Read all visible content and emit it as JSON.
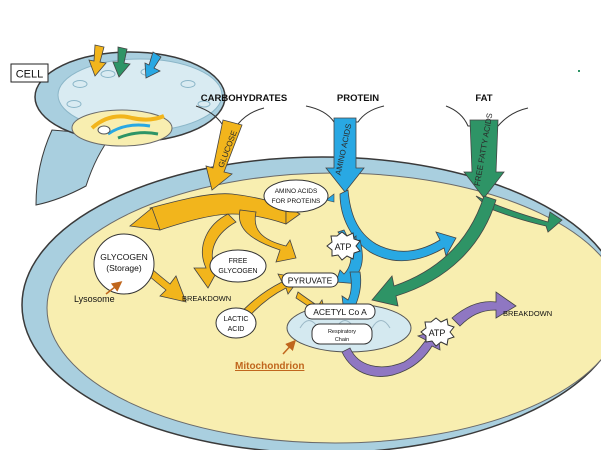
{
  "labels": {
    "cell": "CELL",
    "carbohydrates": "CARBOHYDRATES",
    "protein": "PROTEIN",
    "fat": "FAT",
    "glucose": "GLUCOSE",
    "amino_acids": "AMINO ACIDS",
    "free_fatty_acids": "FREE FATTY ACIDS",
    "amino_acids_for_proteins_1": "AMINO ACIDS",
    "amino_acids_for_proteins_2": "FOR PROTEINS",
    "glycogen_1": "GLYCOGEN",
    "glycogen_2": "(Storage)",
    "free_glycogen_1": "FREE",
    "free_glycogen_2": "GLYCOGEN",
    "atp_top": "ATP",
    "atp_right": "ATP",
    "pyruvate": "PYRUVATE",
    "acetyl_coa": "ACETYL Co A",
    "respiratory_chain_1": "Respiratory",
    "respiratory_chain_2": "Chain",
    "lactic_acid_1": "LACTIC",
    "lactic_acid_2": "ACID",
    "breakdown_left": "BREAKDOWN",
    "breakdown_right": "BREAKDOWN",
    "lysosome": "Lysosome",
    "mitochondrion": "Mitochondrion"
  },
  "colors": {
    "carbohydrate_arrow": "#f2b51c",
    "protein_arrow": "#29a8e3",
    "fat_arrow": "#2e9466",
    "atp_arrow": "#8f77c2",
    "cell_fill": "#f8eeb0",
    "membrane": "#a9cfdf",
    "annotation": "#c0661d"
  }
}
